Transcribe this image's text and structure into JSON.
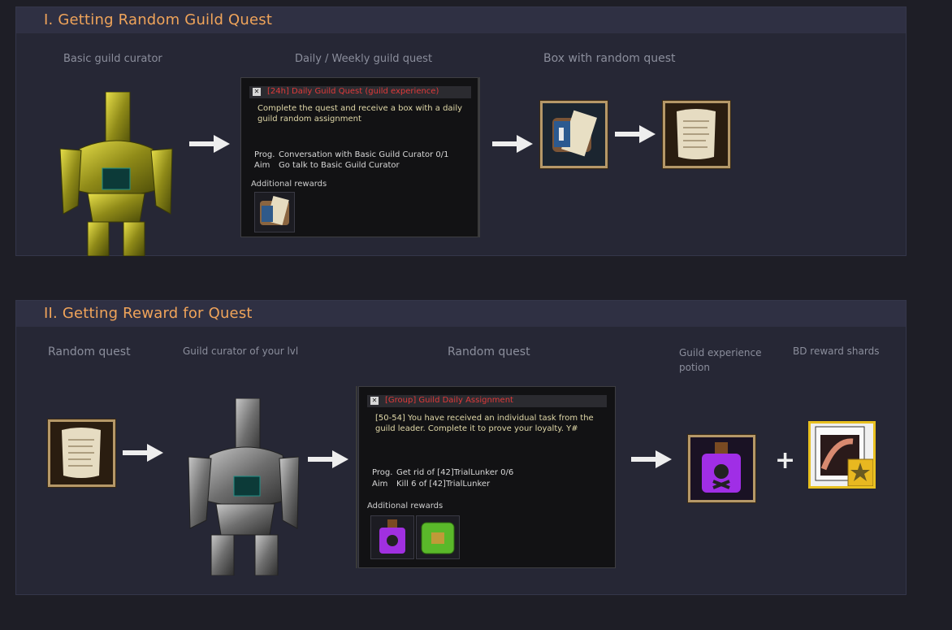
{
  "section1": {
    "title": "I.  Getting Random Guild Quest",
    "labels": {
      "curator": "Basic guild curator",
      "quest": "Daily / Weekly guild quest",
      "box": "Box with random quest"
    },
    "quest_window": {
      "title": "[24h] Daily Guild Quest (guild experience)",
      "description": "Complete the quest and receive a box with a daily guild random assignment",
      "prog_key": "Prog.",
      "prog_value": "Conversation with Basic Guild Curator  0/1",
      "aim_key": "Aim",
      "aim_value": "Go talk to Basic Guild Curator",
      "rewards_label": "Additional rewards"
    }
  },
  "section2": {
    "title": "II.  Getting Reward for Quest",
    "labels": {
      "random_quest_left": "Random quest",
      "curator_lvl": "Guild curator of your lvl",
      "random_quest_center": "Random quest",
      "exp_potion": "Guild experience\npotion",
      "bd_shards": "BD reward shards"
    },
    "quest_window": {
      "title": "[Group] Guild Daily Assignment",
      "description": "[50-54] You have received an individual task from the guild leader. Complete it to prove your loyalty. Y#",
      "prog_key": "Prog.",
      "prog_value": "Get rid of [42]TrialLunker  0/6",
      "aim_key": "Aim",
      "aim_value": "Kill 6 of [42]TrialLunker",
      "rewards_label": "Additional rewards"
    },
    "plus_sign": "+"
  },
  "colors": {
    "background": "#1e1e26",
    "panel": "#262735",
    "header": "#2f3043",
    "title": "#f0a45a",
    "label": "#8b8e9c",
    "quest_title_red": "#e03a3a",
    "quest_text": "#e0d8a8"
  },
  "icons": {
    "curator_robot_gold": "robot-figure-icon",
    "curator_robot_silver": "robot-figure-icon",
    "quest_box": "scroll-box-icon",
    "scroll": "scroll-icon",
    "exp_potion": "poison-potion-icon",
    "bd_shards": "shard-card-star-icon",
    "reward_box": "green-box-icon"
  }
}
